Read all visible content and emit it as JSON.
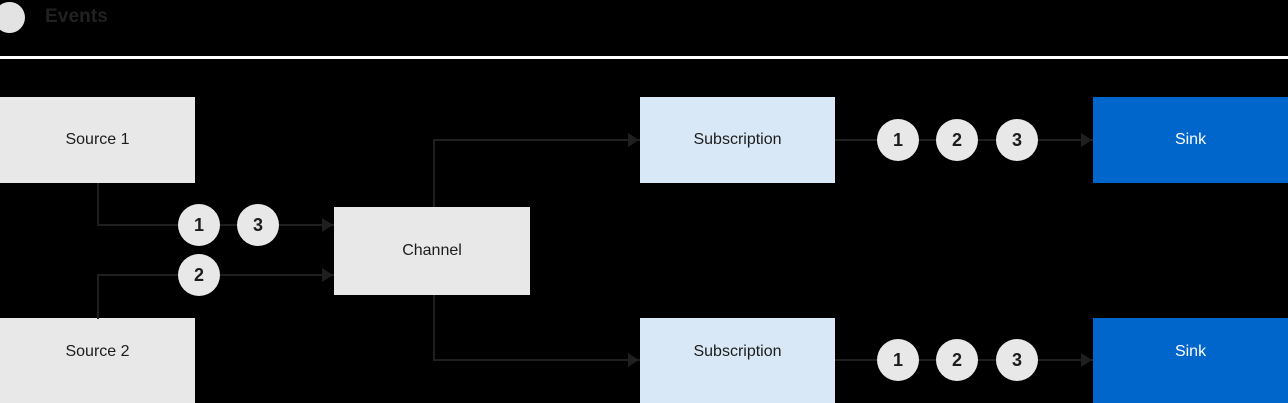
{
  "header": {
    "dot_icon": "status-dot-icon",
    "title": "Events",
    "dot_color": "#e3e3e3",
    "rule_color": "#ffffff"
  },
  "colors": {
    "background": "#000000",
    "source_fill": "#e8e8e8",
    "channel_fill": "#e8e8e8",
    "subscription_fill": "#d9e8f6",
    "sink_fill": "#0066cc",
    "sink_text": "#ffffff",
    "node_text": "#1c1c1c",
    "edge": "#1f1f1f",
    "token_fill": "#e8e8e8"
  },
  "diagram": {
    "type": "flow",
    "nodes": {
      "source_1": "Source 1",
      "source_2": "Source 2",
      "channel": "Channel",
      "subscription_top": "Subscription",
      "subscription_bottom": "Subscription",
      "sink_top": "Sink",
      "sink_bottom": "Sink"
    },
    "tokens": {
      "source1_to_channel": [
        "1",
        "3"
      ],
      "source2_to_channel": [
        "2"
      ],
      "subscription_top_to_sink": [
        "1",
        "2",
        "3"
      ],
      "subscription_bottom_to_sink": [
        "1",
        "2",
        "3"
      ]
    }
  }
}
